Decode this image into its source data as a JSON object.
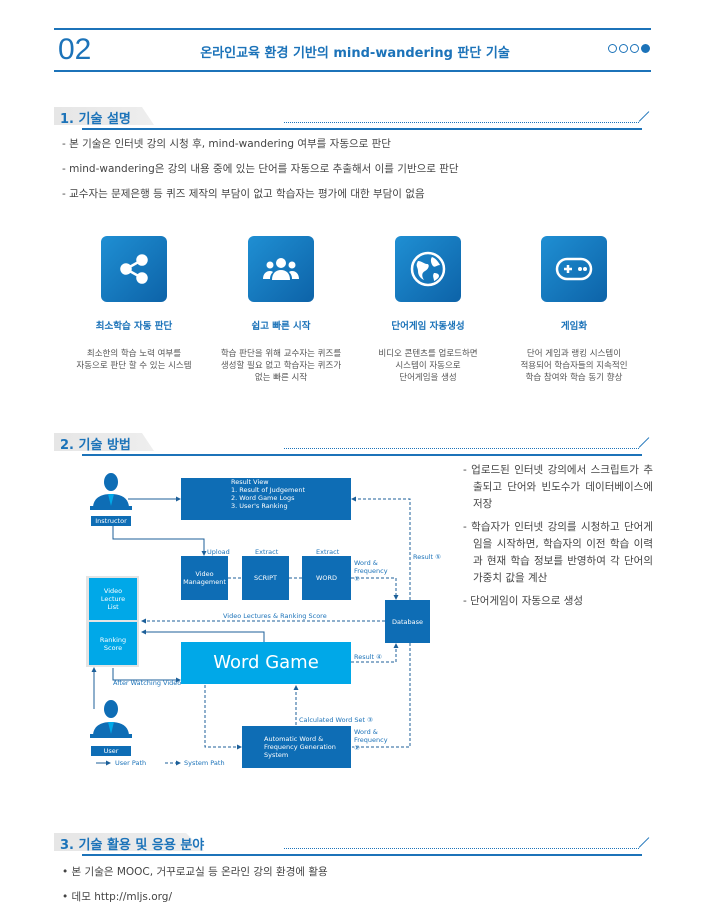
{
  "header": {
    "number": "02",
    "title": "온라인교육 환경 기반의 mind-wandering 판단 기술",
    "page_dots": [
      false,
      false,
      false,
      true
    ]
  },
  "section1": {
    "title": "1. 기술 설명",
    "bullets": [
      "- 본 기술은 인터넷 강의 시청 후, mind-wandering 여부를 자동으로 판단",
      "- mind-wandering은 강의 내용 중에 있는 단어를 자동으로 추출해서 이를 기반으로 판단",
      "- 교수자는 문제은행 등 퀴즈 제작의 부담이 없고 학습자는 평가에 대한 부담이 없음"
    ],
    "features": [
      {
        "icon": "share-icon",
        "title": "최소학습 자동 판단",
        "desc": "최소한의 학습 노력 여부를\n자동으로 판단 할 수 있는 시스템"
      },
      {
        "icon": "users-icon",
        "title": "쉽고 빠른 시작",
        "desc": "학습 판단을 위해 교수자는 퀴즈를\n생성할 필요 없고 학습자는 퀴즈가\n없는 빠른 시작"
      },
      {
        "icon": "globe-icon",
        "title": "단어게임 자동생성",
        "desc": "비디오 콘텐츠를 업로드하면\n시스템이 자동으로\n단어게임을 생성"
      },
      {
        "icon": "gamepad-icon",
        "title": "게임화",
        "desc": "단어 게임과 랭킹 시스템이\n적용되어 학습자들의 지속적인\n학습 참여와 학습 동기 향상"
      }
    ]
  },
  "section2": {
    "title": "2. 기술 방법",
    "diagram": {
      "instructor": "Instructor",
      "user": "User",
      "result_view": [
        "Result View",
        "1. Result of Judgement",
        "2. Word Game Logs",
        "3. User's Ranking"
      ],
      "video_management": "Video Management",
      "script": "SCRIPT",
      "word": "WORD",
      "database": "Database",
      "video_lecture_list": "Video Lecture List",
      "ranking_score": "Ranking Score",
      "word_game": "Word Game",
      "auto_system": "Automatic Word & Frequency Generation System",
      "upload": "Upload",
      "extract1": "Extract",
      "extract2": "Extract",
      "word_freq1": "Word & Frequency ①",
      "word_freq2": "Word & Frequency ②",
      "calc_word_set": "Calculated Word Set ③",
      "result4": "Result ④",
      "result5": "Result ⑤",
      "video_lectures_ranking": "Video Lectures & Ranking Score",
      "after_watching": "After Watching Video",
      "legend_user": "User Path",
      "legend_system": "System Path"
    },
    "bullets": [
      "- 업로드된 인터넷 강의에서 스크립트가 추출되고 단어와 빈도수가 데이터베이스에 저장",
      "- 학습자가 인터넷 강의를 시청하고 단어게임을 시작하면, 학습자의 이전 학습 이력과 현재 학습 정보를 반영하여 각 단어의 가중치 값을 계산",
      "- 단어게임이 자동으로 생성"
    ]
  },
  "section3": {
    "title": "3. 기술 활용 및 응용 분야",
    "bullets": [
      "• 본 기술은 MOOC, 거꾸로교실 등 온라인 강의 환경에 활용",
      "• 데모 http://mljs.org/"
    ]
  }
}
